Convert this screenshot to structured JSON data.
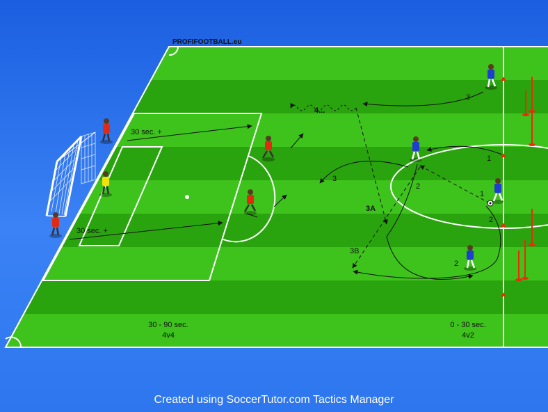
{
  "watermark": "PROFIFOOTBALL.eu",
  "footer": "Created using SoccerTutor.com Tactics Manager",
  "labels": {
    "top_box_time": "30 sec. +",
    "bottom_box_time": "30 sec. +",
    "left_zone_time": "30 - 90 sec.",
    "left_zone_format": "4v4",
    "right_zone_time": "0 - 30 sec.",
    "right_zone_format": "4v2",
    "pass_1a": "1",
    "pass_1b": "1",
    "pass_2a": "2",
    "pass_2b": "2",
    "pass_2c": "2",
    "pass_3a": "3",
    "pass_3b": "3",
    "run_3A": "3A",
    "run_3B": "3B",
    "continue_4": "4..."
  },
  "colors": {
    "pitch_light": "#3ec21c",
    "pitch_dark": "#2aa40e",
    "lines": "#ffffff",
    "team_red": "#e02a12",
    "team_blue": "#1f3ed1",
    "goalkeeper": "#f2e20a",
    "cone": "#ee2a0a"
  },
  "icons": {
    "player": "player-figure-icon",
    "ball": "football-icon",
    "pole": "pole-icon",
    "cone": "cone-icon"
  }
}
